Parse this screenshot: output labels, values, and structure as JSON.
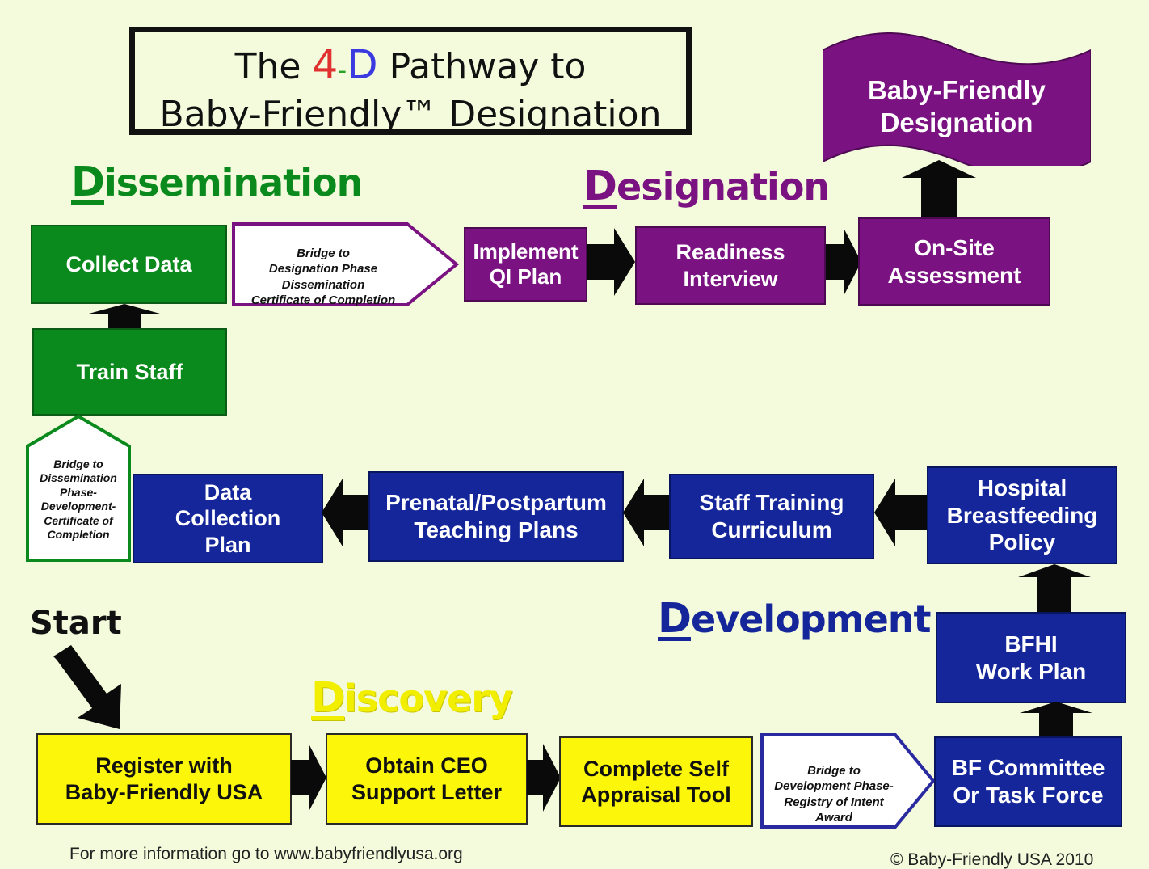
{
  "title": {
    "line1_pre": "The",
    "four": "4",
    "dash": "-",
    "d": "D",
    "line1_post": "Pathway to",
    "line2": "Baby-Friendly™ Designation"
  },
  "phases": {
    "dissemination": {
      "first": "D",
      "rest": "issemination",
      "color": "#0a8a1c"
    },
    "designation": {
      "first": "D",
      "rest": "esignation",
      "color": "#7a1281"
    },
    "development": {
      "first": "D",
      "rest": "evelopment",
      "color": "#14269a"
    },
    "discovery": {
      "first": "D",
      "rest": "iscovery",
      "color": "#f2ee00"
    }
  },
  "start_label": "Start",
  "boxes": {
    "collect_data": "Collect Data",
    "train_staff": "Train Staff",
    "implement_qi": "Implement\nQI Plan",
    "readiness": "Readiness\nInterview",
    "onsite": "On-Site\nAssessment",
    "designation_flag": "Baby-Friendly\nDesignation",
    "data_collection_plan": "Data\nCollection\nPlan",
    "teaching_plans": "Prenatal/Postpartum\nTeaching Plans",
    "staff_training": "Staff Training\nCurriculum",
    "hospital_policy": "Hospital\nBreastfeeding\nPolicy",
    "bfhi_plan": "BFHI\nWork Plan",
    "bf_committee": "BF Committee\nOr Task Force",
    "register": "Register with\nBaby-Friendly USA",
    "ceo_letter": "Obtain CEO\nSupport Letter",
    "self_appraisal": "Complete Self\nAppraisal Tool"
  },
  "bridges": {
    "to_designation": "Bridge to\nDesignation Phase\nDissemination\nCertificate of Completion",
    "to_dissemination": "Bridge to\nDissemination\nPhase-\nDevelopment-\nCertificate of\nCompletion",
    "to_development": "Bridge to\nDevelopment Phase-\nRegistry of Intent\nAward"
  },
  "footer": {
    "info": "For more information go to www.babyfriendlyusa.org",
    "copyright": "© Baby-Friendly USA 2010"
  },
  "colors": {
    "background": "#f4fbdc",
    "green": "#0a8a1c",
    "purple": "#7a1281",
    "blue": "#14269a",
    "yellow": "#fbf60a",
    "title_four": "#e03030",
    "title_d": "#3a3ae0"
  }
}
